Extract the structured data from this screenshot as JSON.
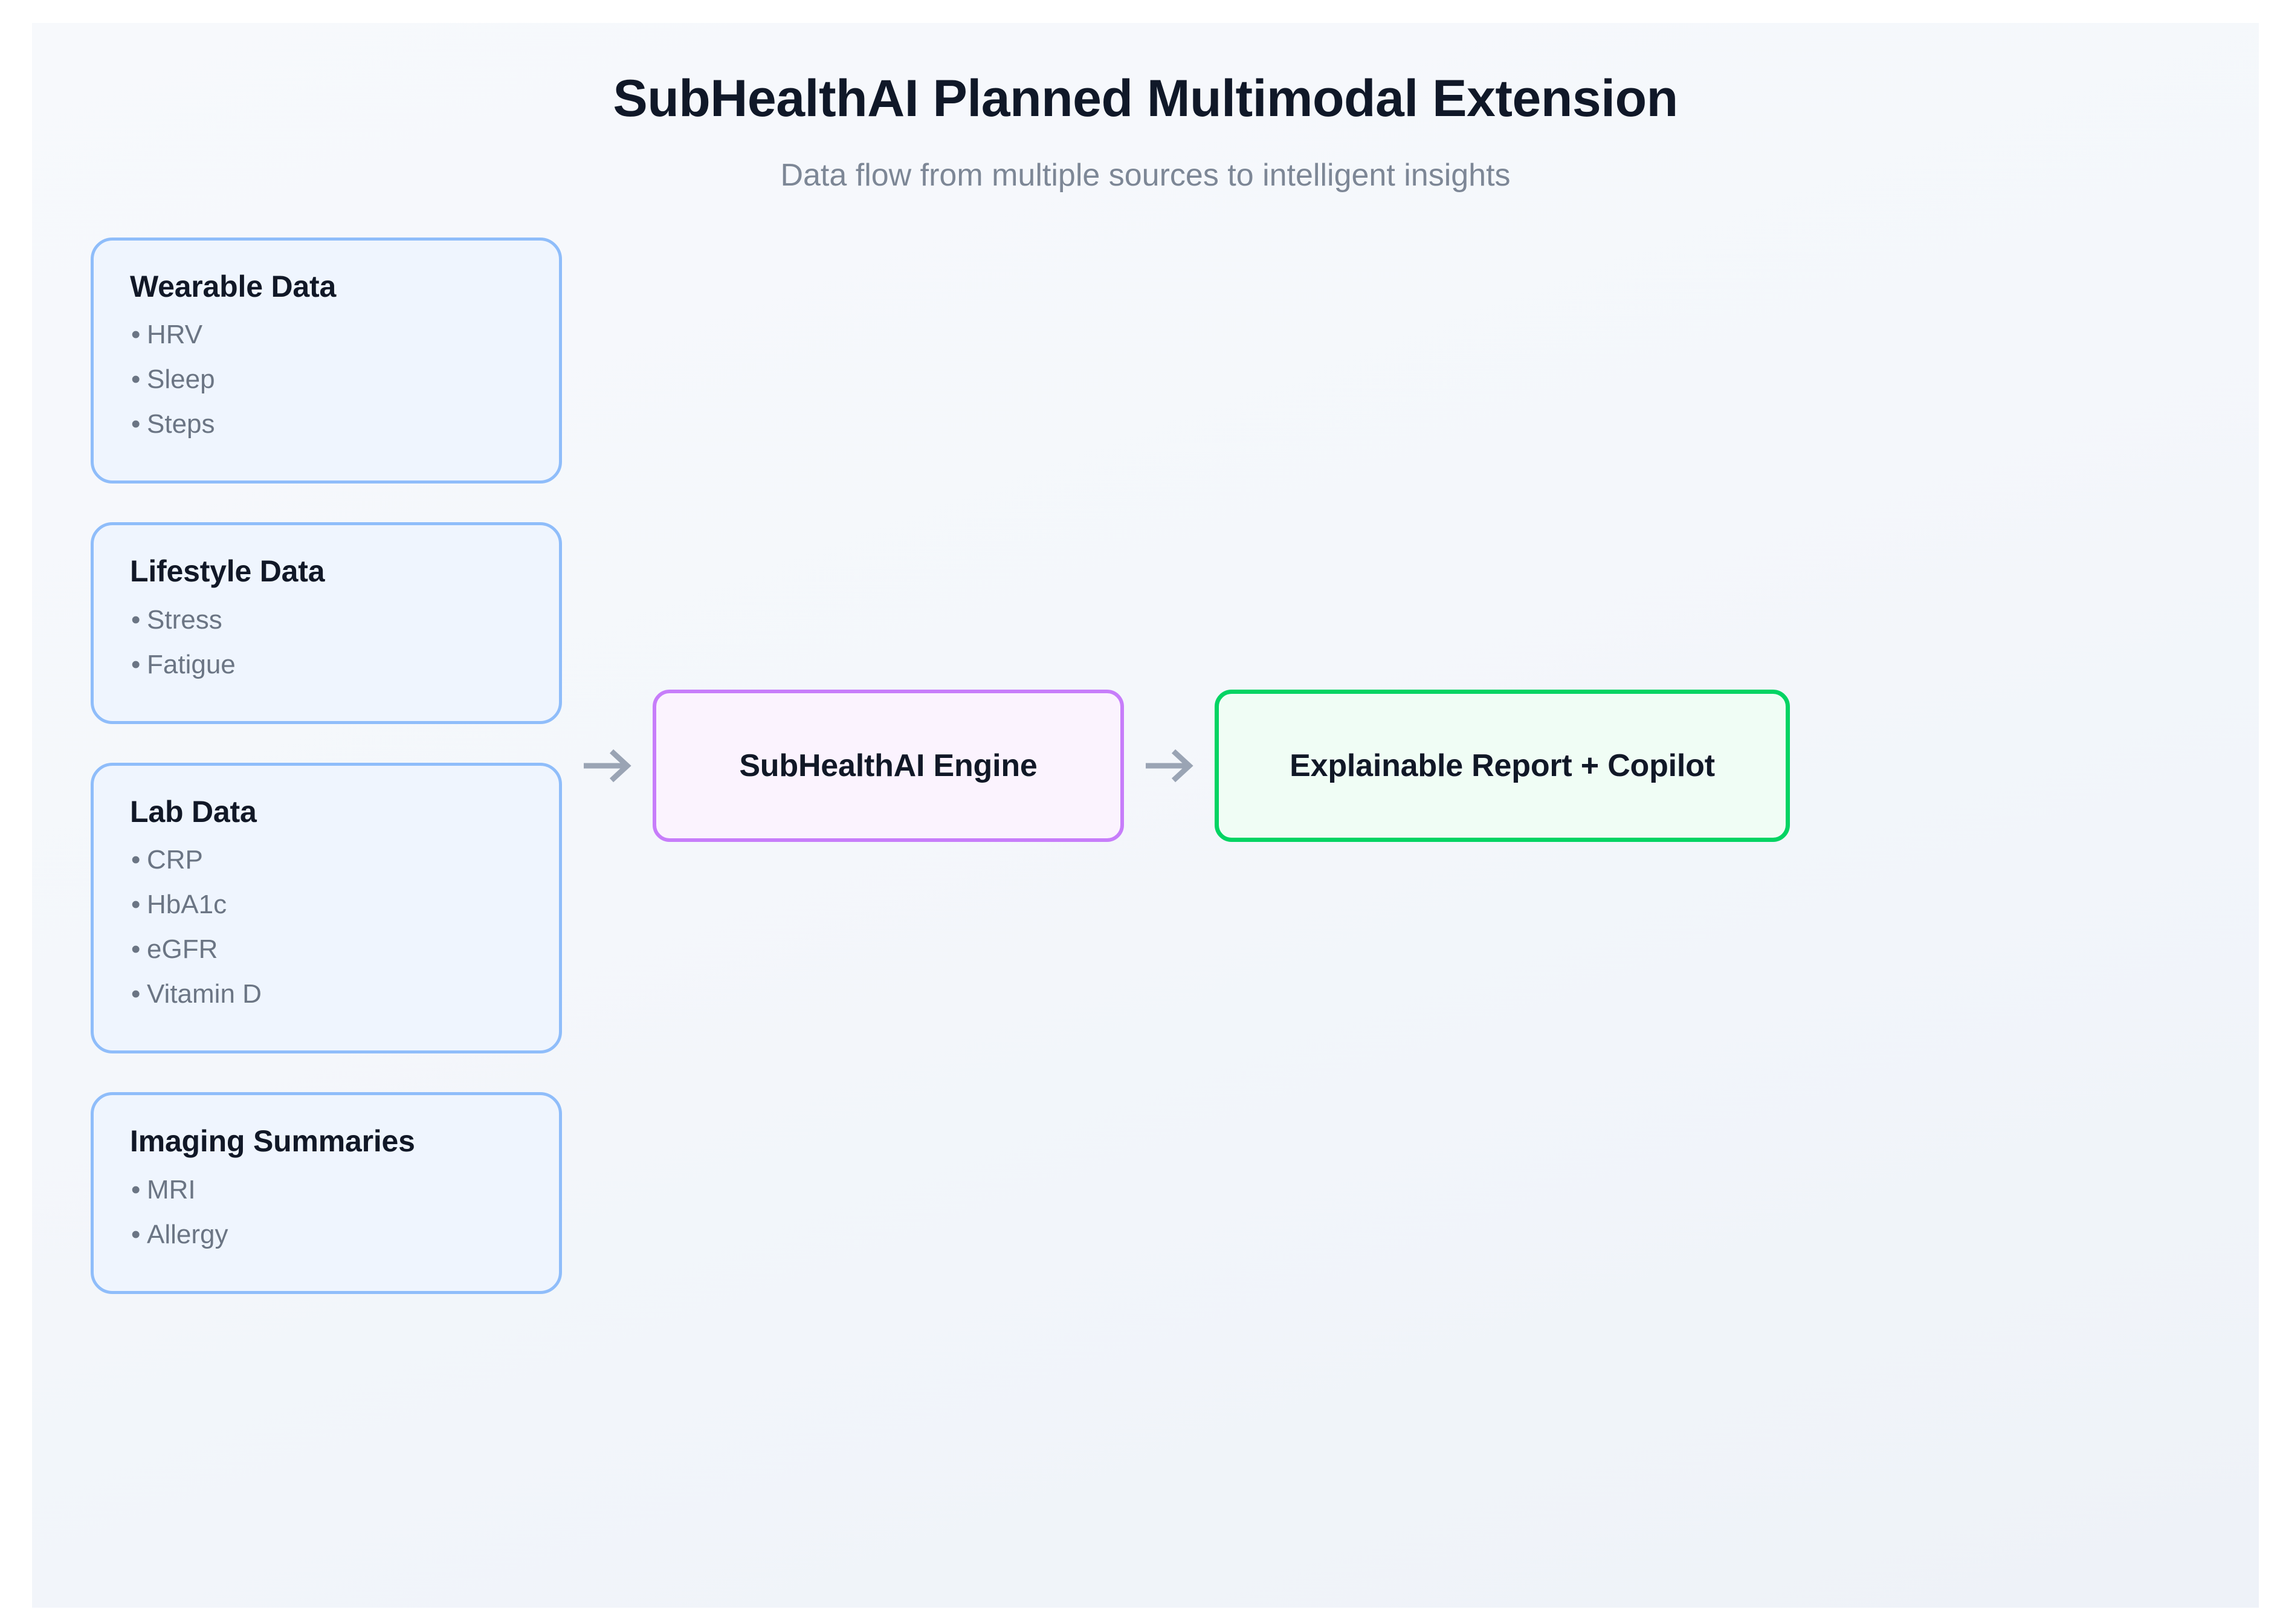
{
  "header": {
    "title": "SubHealthAI Planned Multimodal Extension",
    "subtitle": "Data flow from multiple sources to intelligent insights"
  },
  "colors": {
    "source_border": "#8fbdfa",
    "source_fill": "#eff5fe",
    "engine_border": "#c77dfa",
    "engine_fill": "#fbf3fe",
    "output_border": "#03d463",
    "output_fill": "#f0fdf5",
    "arrow": "#9aa4b4",
    "title_text": "#101828",
    "subtitle_text": "#7d8796",
    "list_text": "#6b7584",
    "background": "#f4f7fb"
  },
  "sources": [
    {
      "title": "Wearable Data",
      "items": [
        "HRV",
        "Sleep",
        "Steps"
      ]
    },
    {
      "title": "Lifestyle Data",
      "items": [
        "Stress",
        "Fatigue"
      ]
    },
    {
      "title": "Lab Data",
      "items": [
        "CRP",
        "HbA1c",
        "eGFR",
        "Vitamin D"
      ]
    },
    {
      "title": "Imaging Summaries",
      "items": [
        "MRI",
        "Allergy"
      ]
    }
  ],
  "bullet_glyph": "•",
  "arrows": [
    {
      "name": "arrow-sources-to-engine",
      "glyph": "→"
    },
    {
      "name": "arrow-engine-to-output",
      "glyph": "→"
    }
  ],
  "engine": {
    "label": "SubHealthAI Engine"
  },
  "output": {
    "label": "Explainable Report + Copilot"
  }
}
